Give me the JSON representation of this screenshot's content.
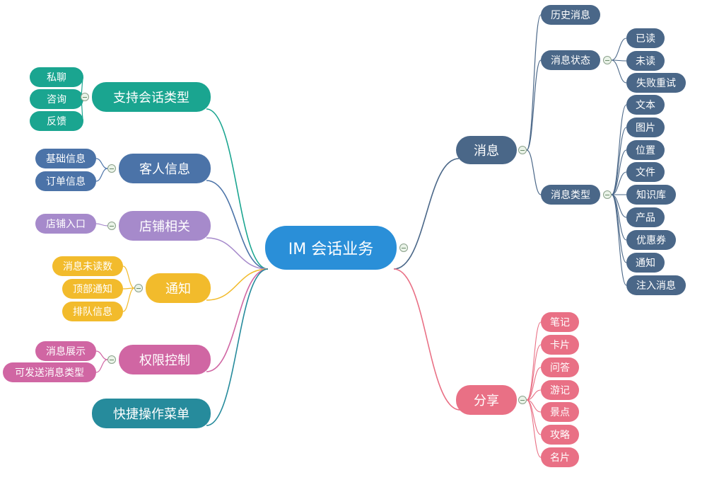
{
  "colors": {
    "blue": "#2a8fd8",
    "teal": "#1aa590",
    "steelblue": "#4b73a8",
    "lavender": "#a68acb",
    "amber": "#f2bb2c",
    "pink": "#d066a3",
    "tealblue": "#268b9c",
    "slate": "#4a6788",
    "rose": "#e97085"
  },
  "root": {
    "label": "IM 会话业务"
  },
  "left": [
    {
      "label": "支持会话类型",
      "color": "teal",
      "children": [
        "私聊",
        "咨询",
        "反馈"
      ]
    },
    {
      "label": "客人信息",
      "color": "steelblue",
      "children": [
        "基础信息",
        "订单信息"
      ]
    },
    {
      "label": "店铺相关",
      "color": "lavender",
      "children": [
        "店铺入口"
      ]
    },
    {
      "label": "通知",
      "color": "amber",
      "children": [
        "消息未读数",
        "顶部通知",
        "排队信息"
      ]
    },
    {
      "label": "权限控制",
      "color": "pink",
      "children": [
        "消息展示",
        "可发送消息类型"
      ]
    },
    {
      "label": "快捷操作菜单",
      "color": "tealblue",
      "children": []
    }
  ],
  "right": [
    {
      "label": "消息",
      "color": "slate",
      "children": [
        {
          "label": "历史消息",
          "children": []
        },
        {
          "label": "消息状态",
          "children": [
            "已读",
            "未读",
            "失败重试"
          ]
        },
        {
          "label": "消息类型",
          "children": [
            "文本",
            "图片",
            "位置",
            "文件",
            "知识库",
            "产品",
            "优惠券",
            "通知",
            "注入消息"
          ]
        }
      ]
    },
    {
      "label": "分享",
      "color": "rose",
      "children": [
        "笔记",
        "卡片",
        "问答",
        "游记",
        "景点",
        "攻略",
        "名片"
      ]
    }
  ]
}
